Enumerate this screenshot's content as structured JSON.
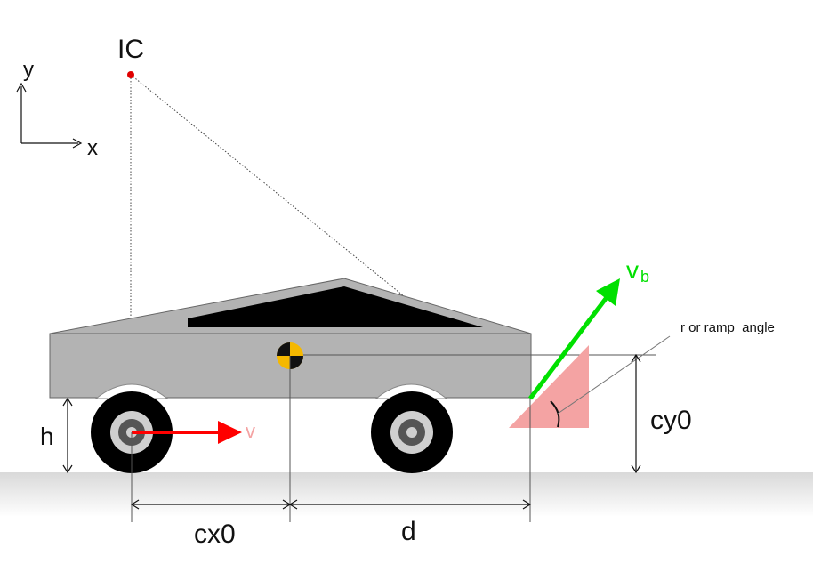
{
  "labels": {
    "instant_center": "IC",
    "axis_y": "y",
    "axis_x": "x",
    "velocity": "v",
    "velocity_b_main": "v",
    "velocity_b_sub": "b",
    "ramp_note": "r or ramp_angle",
    "height": "h",
    "cg_height": "cy0",
    "cg_offset": "cx0",
    "distance": "d"
  },
  "colors": {
    "body": "#b3b3b3",
    "window": "#000000",
    "ground": "#ececec",
    "ramp": "#f4a3a3",
    "velocity": "#ff0000",
    "velocity_b": "#00e000",
    "ic_point": "#e00000",
    "cg_marker": "#f5b800"
  }
}
